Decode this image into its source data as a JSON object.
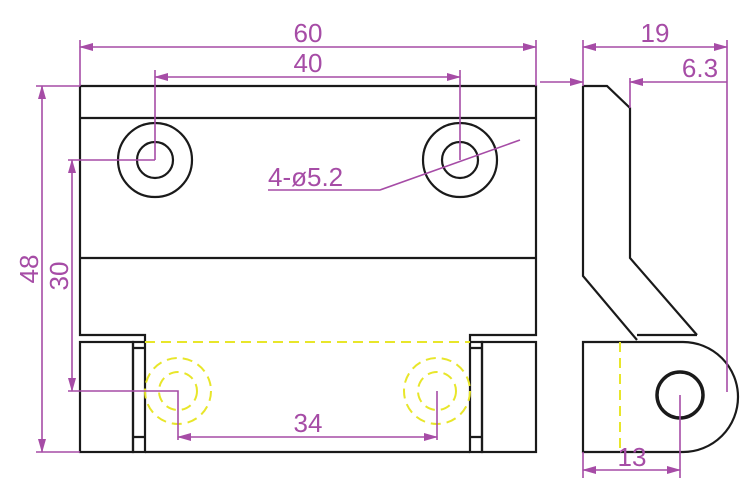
{
  "title": "Hinge dimension drawing",
  "dimensions": {
    "overall_width": "60",
    "hole_spacing_top": "40",
    "overall_height": "48",
    "hole_vertical_spacing": "30",
    "hole_spacing_bottom": "34",
    "hole_callout": "4-ø5.2",
    "side_depth": "19",
    "side_offset": "6.3",
    "side_pin_distance": "13"
  },
  "colors": {
    "outline": "#1a1a1a",
    "dimension": "#a64ca6",
    "hidden": "#e8e62a"
  }
}
